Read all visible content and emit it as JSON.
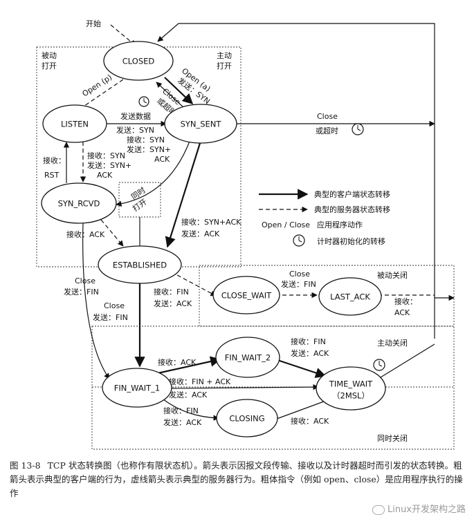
{
  "start_label": "开始",
  "states": {
    "closed": "CLOSED",
    "listen": "LISTEN",
    "syn_sent": "SYN_SENT",
    "syn_rcvd": "SYN_RCVD",
    "established": "ESTABLISHED",
    "close_wait": "CLOSE_WAIT",
    "last_ack": "LAST_ACK",
    "fin_wait_1": "FIN_WAIT_1",
    "fin_wait_2": "FIN_WAIT_2",
    "closing": "CLOSING",
    "time_wait": "TIME_WAIT",
    "time_wait_sub": "（2MSL）"
  },
  "regions": {
    "passive_open_1": "被动",
    "passive_open_2": "打开",
    "active_open_1": "主动",
    "active_open_2": "打开",
    "passive_close": "被动关闭",
    "active_close": "主动关闭",
    "simultaneous_close": "同时关闭",
    "simultaneous_open_1": "同时",
    "simultaneous_open_2": "打开"
  },
  "transitions": {
    "open_p": "Open (p)",
    "open_a": "Open (a)",
    "send_syn": "发送：SYN",
    "close": "Close",
    "or_timeout": "或超时",
    "send_data": "发送数据",
    "recv_syn": "接收：SYN",
    "send_syn_ack_1": "发送：SYN+",
    "ack": "ACK",
    "recv": "接收：",
    "rst": "RST",
    "recv_syn_2": "接收：SYN",
    "send_syn_ack_2": "发送：SYN+",
    "ack_2": "ACK",
    "recv_ack": "接收：ACK",
    "recv_syn_ack": "接收：SYN+ACK",
    "send_ack": "发送：ACK",
    "close_2": "Close",
    "send_fin": "发送：FIN",
    "close_3": "Close",
    "send_fin_2": "发送：FIN",
    "recv_fin": "接收：FIN",
    "send_ack_2": "发送：ACK",
    "close_4": "Close",
    "send_fin_3": "发送：FIN",
    "recv_colon": "接收：",
    "ack_3": "ACK",
    "recv_ack_2": "接收：ACK",
    "recv_fin_2": "接收：FIN",
    "send_ack_3": "发送：ACK",
    "recv_fin_ack": "接收：FIN + ACK",
    "send_ack_4": "发送：ACK",
    "recv_fin_3": "接收：FIN",
    "send_ack_5": "发送：ACK",
    "recv_ack_3": "接收：ACK",
    "close_5": "Close",
    "or_timeout_2": "或超时"
  },
  "legend": {
    "client": "典型的客户端状态转移",
    "server": "典型的服务器状态转移",
    "app_label": "Open / Close",
    "app": "应用程序动作",
    "timer": "计时器初始化的转移"
  },
  "caption": {
    "figure": "图 13-8",
    "text": "TCP 状态转换图（也称作有限状态机）。箭头表示因报文段传输、接收以及计时器超时而引发的状态转换。粗箭头表示典型的客户端的行为，虚线箭头表示典型的服务器行为。粗体指令（例如 open、close）是应用程序执行的操作"
  },
  "watermark": "Linux开发架构之路"
}
